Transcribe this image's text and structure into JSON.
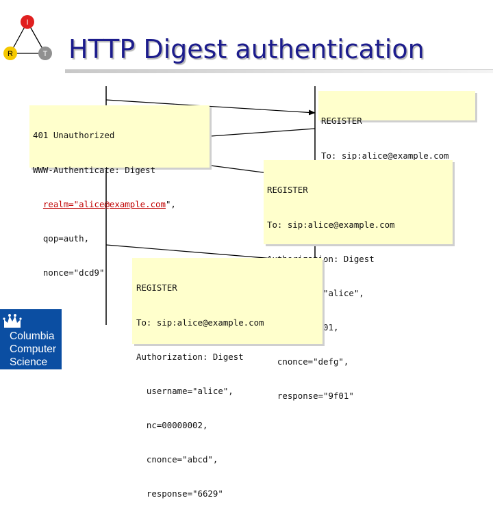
{
  "title": "HTTP Digest authentication",
  "triangle": {
    "top": "I",
    "left": "R",
    "right": "T"
  },
  "boxes": [
    {
      "lines": [
        "REGISTER",
        "To: sip:alice@example.com"
      ]
    },
    {
      "lines_a": [
        "401 Unauthorized",
        "WWW-Authenticate: Digest"
      ],
      "realm_prefix": "  ",
      "realm_link": "realm=\"alice@example.com",
      "realm_suffix": "\",",
      "lines_b": [
        "  qop=auth,",
        "  nonce=\"dcd9\""
      ]
    },
    {
      "lines": [
        "REGISTER",
        "To: sip:alice@example.com",
        "Authorization: Digest",
        "  username=\"alice\",",
        "  nc=00000001,",
        "  cnonce=\"defg\",",
        "  response=\"9f01\""
      ]
    },
    {
      "lines": [
        "REGISTER",
        "To: sip:alice@example.com",
        "Authorization: Digest",
        "  username=\"alice\",",
        "  nc=00000002,",
        "  cnonce=\"abcd\",",
        "  response=\"6629\""
      ]
    }
  ],
  "logo": {
    "lines": [
      "Columbia",
      "Computer",
      "Science"
    ]
  },
  "colors": {
    "title": "#1c1c8c",
    "box": "#ffffcc",
    "logo": "#0b4ea2",
    "node_top": "#e02020",
    "node_left": "#f5c800",
    "node_right": "#909090"
  }
}
